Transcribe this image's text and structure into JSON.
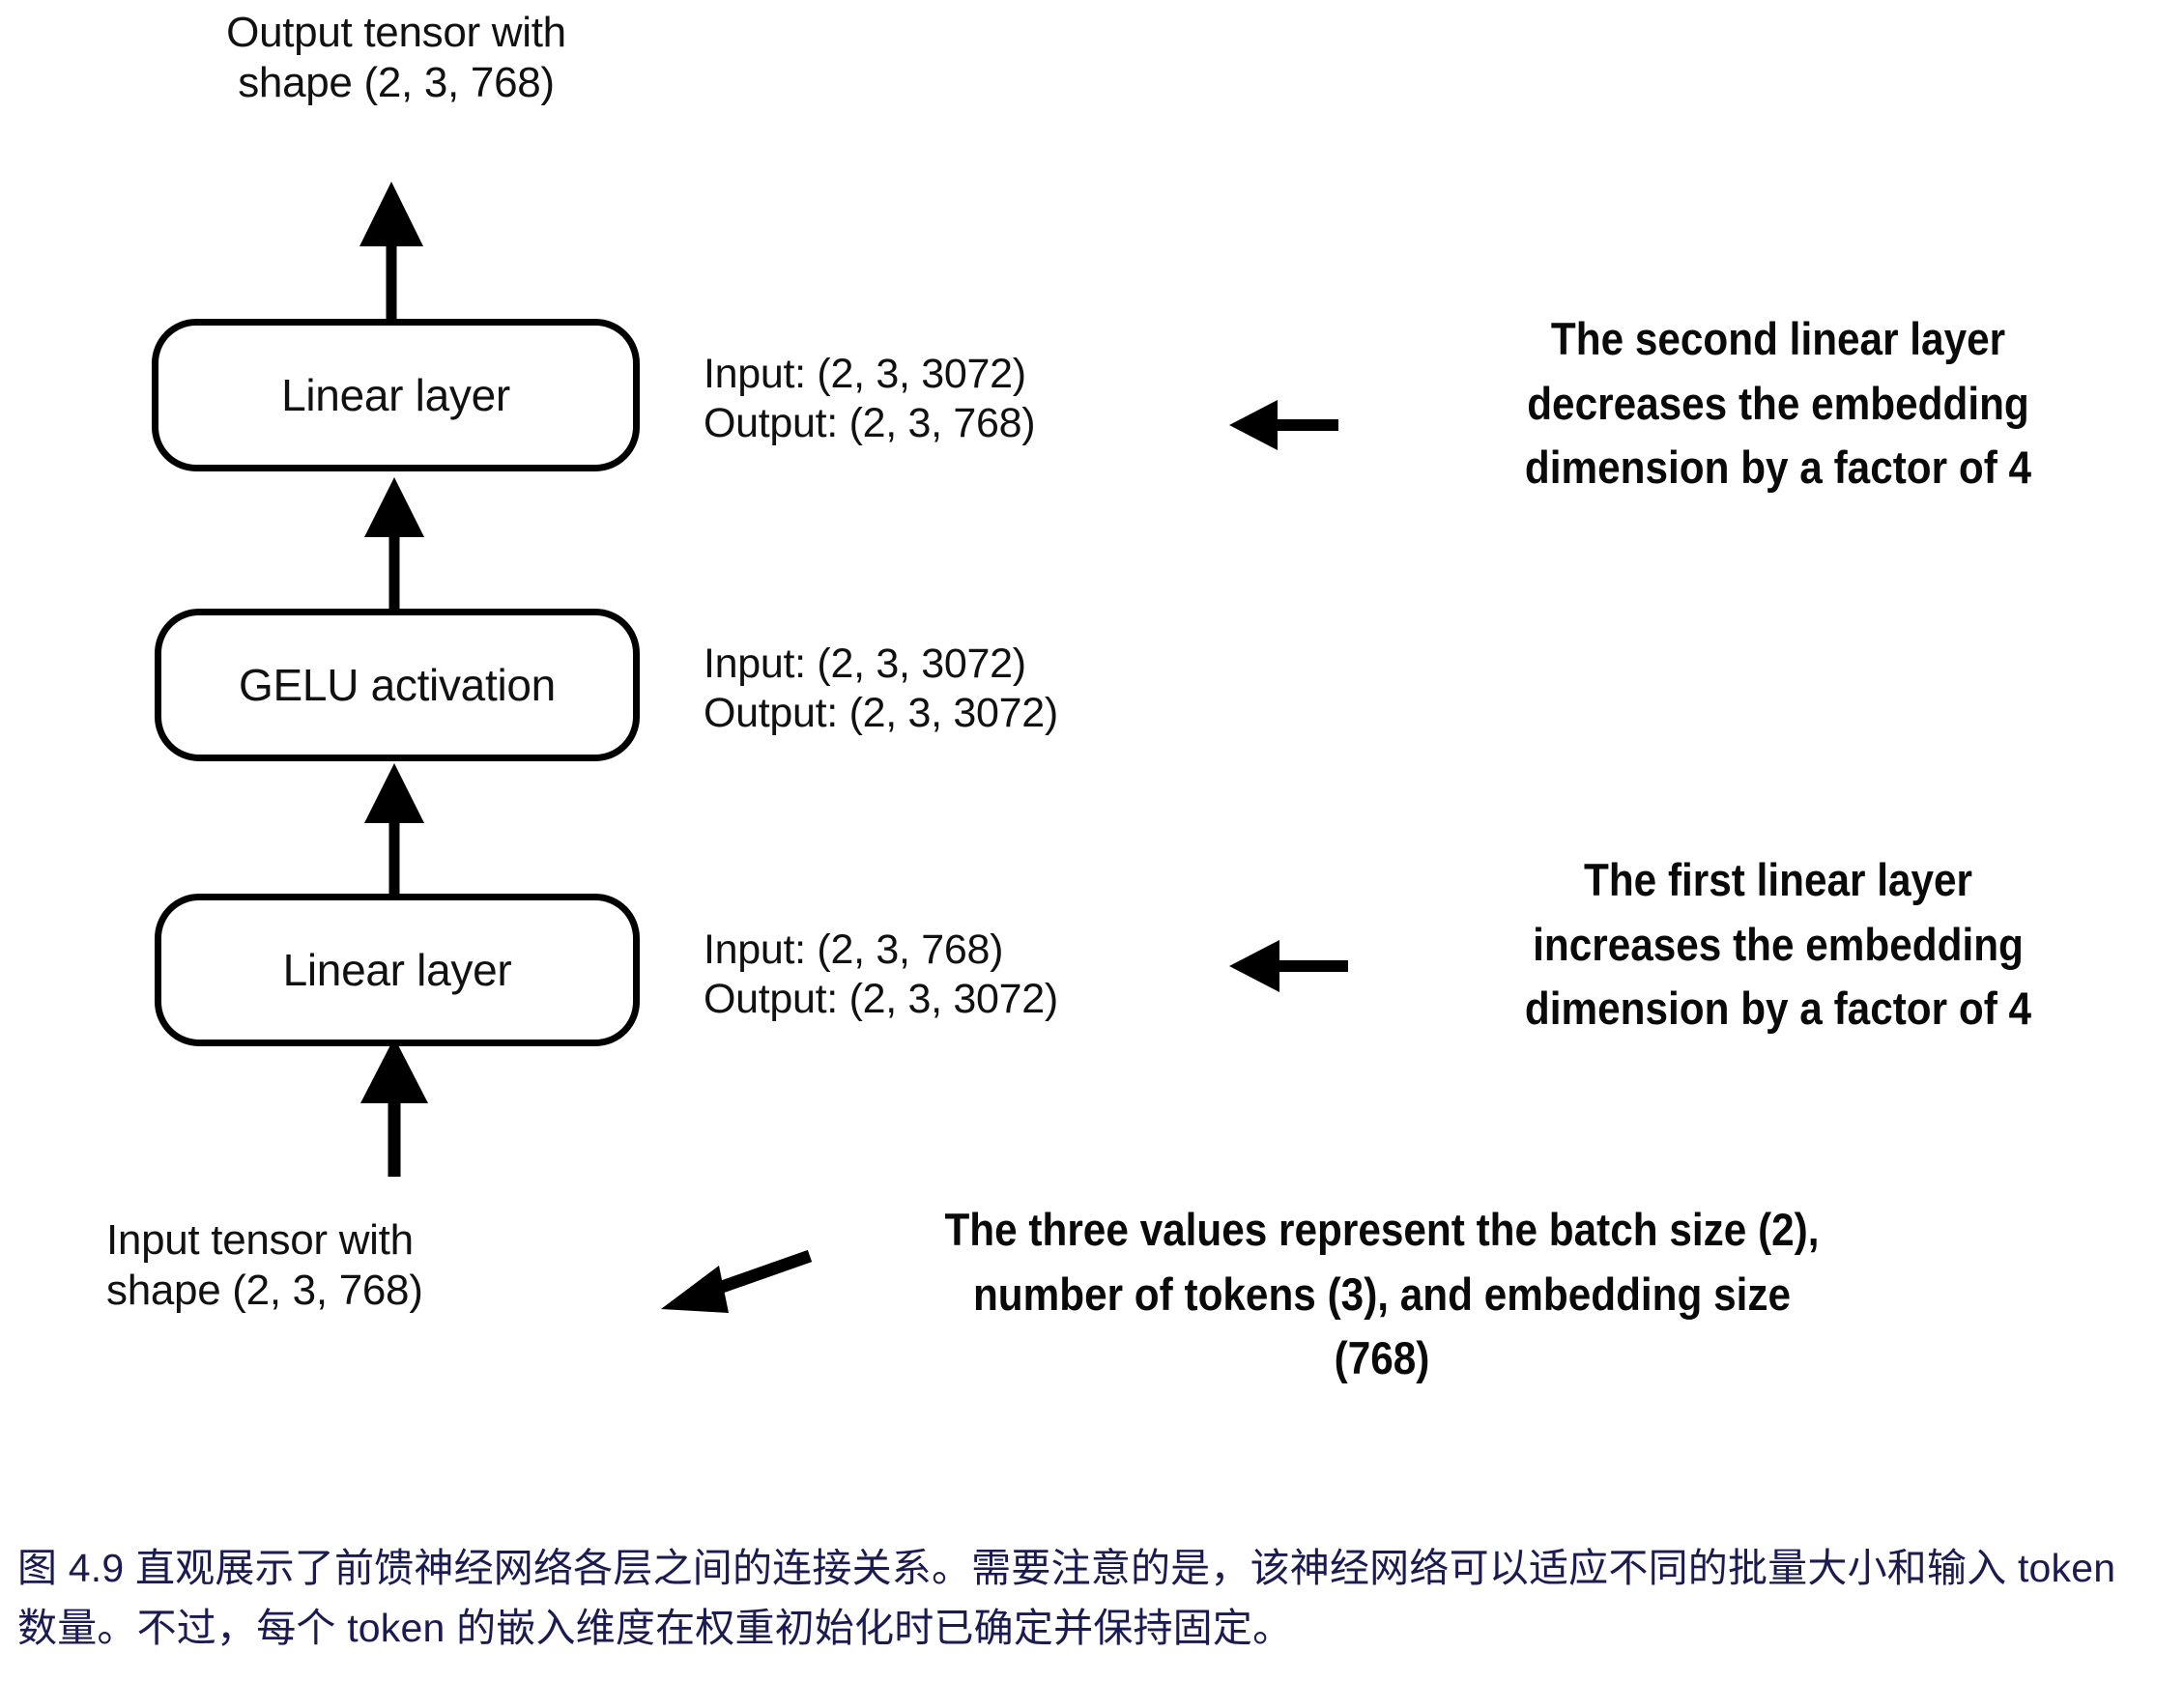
{
  "figure": {
    "top_label": "Output tensor with\nshape (2, 3, 768)",
    "bottom_label": "Input tensor with\nshape (2, 3, 768)",
    "blocks": [
      {
        "name": "second-linear-layer",
        "label": "Linear layer",
        "io": "Input:    (2, 3, 3072)\nOutput: (2, 3, 768)",
        "annotation": "The second linear layer\ndecreases the embedding\ndimension by a factor of 4"
      },
      {
        "name": "gelu-activation",
        "label": "GELU activation",
        "io": "Input:    (2, 3, 3072)\nOutput: (2, 3, 3072)",
        "annotation": ""
      },
      {
        "name": "first-linear-layer",
        "label": "Linear layer",
        "io": "Input:    (2, 3, 768)\nOutput: (2, 3, 3072)",
        "annotation": "The first linear layer\nincreases the embedding\ndimension by a factor of 4"
      }
    ],
    "shape_annotation": "The three values represent the batch size (2),\nnumber of tokens (3), and embedding size\n(768)",
    "caption": "图 4.9 直观展示了前馈神经网络各层之间的连接关系。需要注意的是，该神经网络可以适应不同的批量大小和输入 token 数量。不过，每个 token 的嵌入维度在权重初始化时已确定并保持固定。",
    "colors": {
      "stroke": "#000000",
      "text": "#111111",
      "caption": "#1b1b52",
      "background": "#ffffff"
    }
  }
}
